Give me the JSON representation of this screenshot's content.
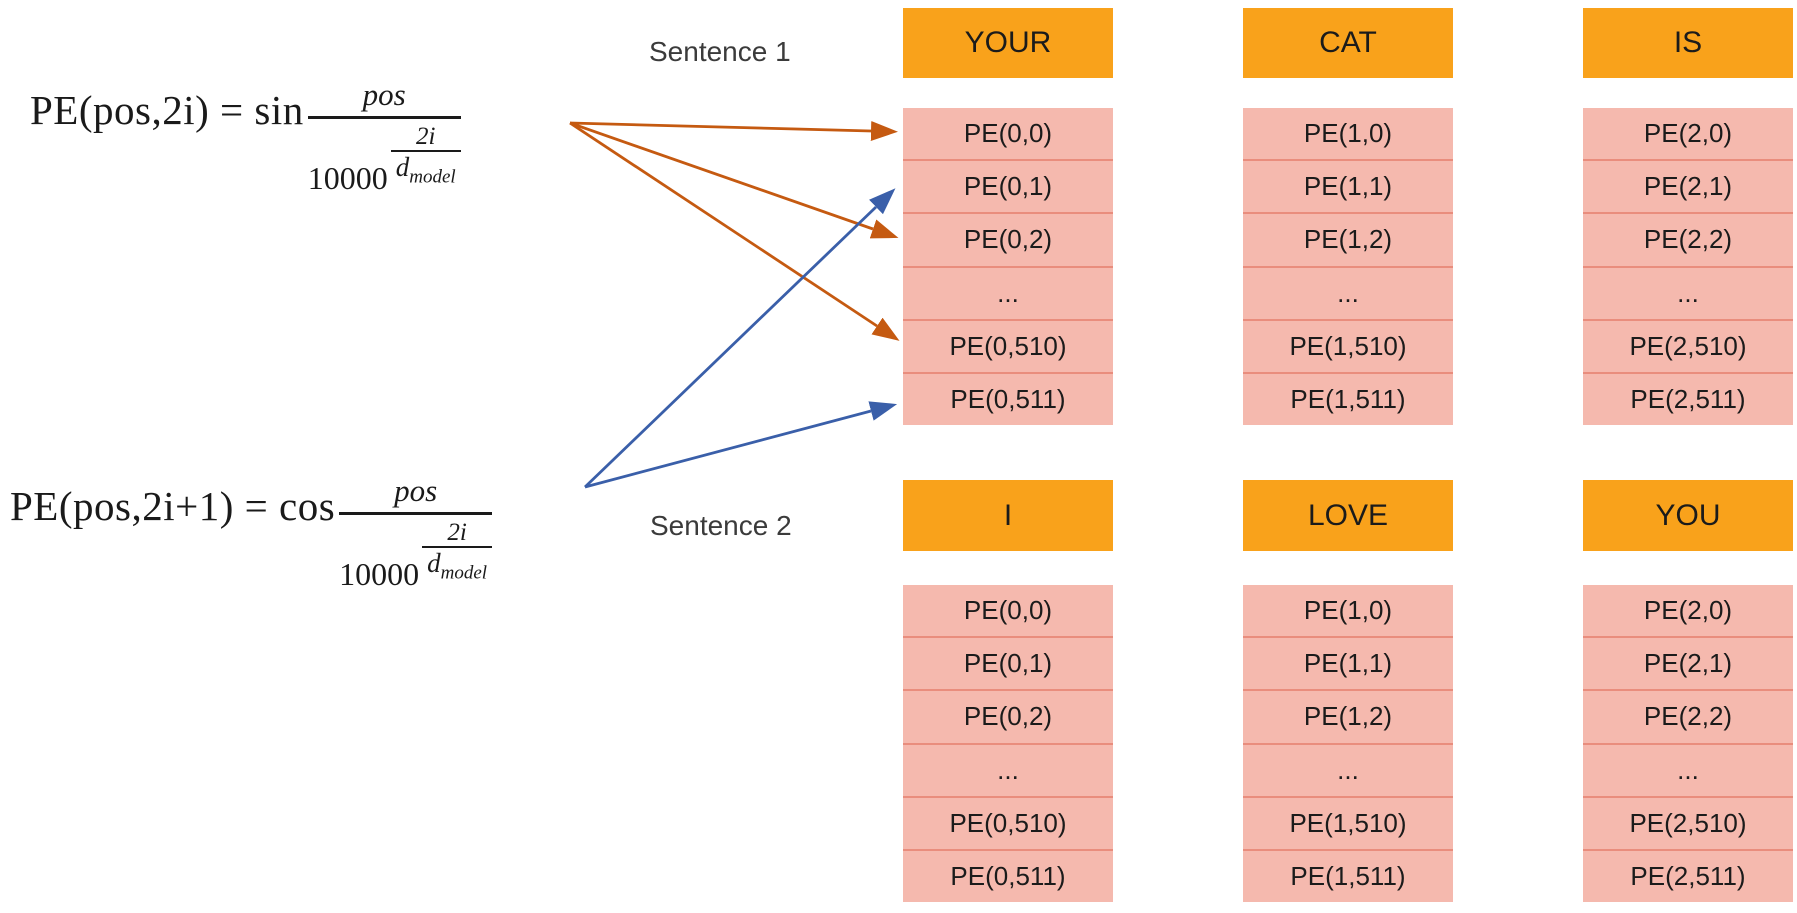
{
  "formulas": {
    "sin": {
      "lhs": "PE(pos,2i) = sin",
      "numerator": "pos",
      "base": "10000",
      "exp_numerator": "2i",
      "exp_den_base": "d",
      "exp_den_sub": "model"
    },
    "cos": {
      "lhs": "PE(pos,2i+1) = cos",
      "numerator": "pos",
      "base": "10000",
      "exp_numerator": "2i",
      "exp_den_base": "d",
      "exp_den_sub": "model"
    }
  },
  "sentences": [
    {
      "label": "Sentence 1",
      "words": [
        {
          "word": "YOUR",
          "cells": [
            "PE(0,0)",
            "PE(0,1)",
            "PE(0,2)",
            "...",
            "PE(0,510)",
            "PE(0,511)"
          ]
        },
        {
          "word": "CAT",
          "cells": [
            "PE(1,0)",
            "PE(1,1)",
            "PE(1,2)",
            "...",
            "PE(1,510)",
            "PE(1,511)"
          ]
        },
        {
          "word": "IS",
          "cells": [
            "PE(2,0)",
            "PE(2,1)",
            "PE(2,2)",
            "...",
            "PE(2,510)",
            "PE(2,511)"
          ]
        }
      ]
    },
    {
      "label": "Sentence 2",
      "words": [
        {
          "word": "I",
          "cells": [
            "PE(0,0)",
            "PE(0,1)",
            "PE(0,2)",
            "...",
            "PE(0,510)",
            "PE(0,511)"
          ]
        },
        {
          "word": "LOVE",
          "cells": [
            "PE(1,0)",
            "PE(1,1)",
            "PE(1,2)",
            "...",
            "PE(1,510)",
            "PE(1,511)"
          ]
        },
        {
          "word": "YOU",
          "cells": [
            "PE(2,0)",
            "PE(2,1)",
            "PE(2,2)",
            "...",
            "PE(2,510)",
            "PE(2,511)"
          ]
        }
      ]
    }
  ],
  "arrows": {
    "sin_formula_targets": [
      "PE(0,0)",
      "PE(0,2)",
      "PE(0,510)"
    ],
    "cos_formula_targets": [
      "PE(0,1)",
      "PE(0,511)"
    ]
  },
  "colors": {
    "header_bg": "#F9A21B",
    "cell_bg": "#F5B9AE",
    "cell_border": "#E98D7D",
    "sin_arrow": "#C55A11",
    "cos_arrow": "#3A5FA9",
    "formula_text": "#1A1A1A"
  }
}
